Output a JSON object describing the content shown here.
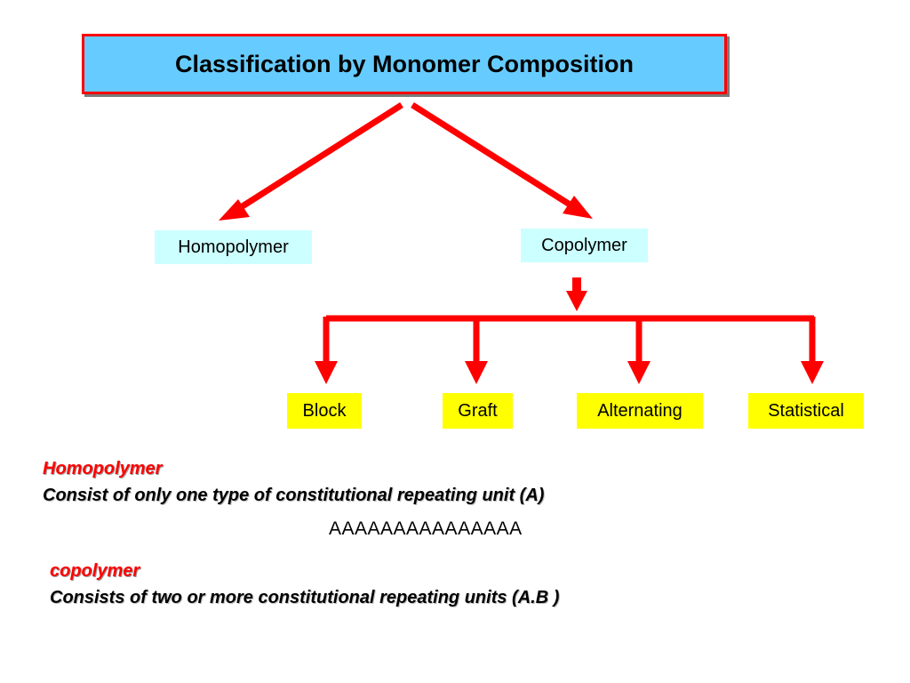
{
  "title": "Classification by Monomer Composition",
  "nodes": {
    "homopolymer": "Homopolymer",
    "copolymer": "Copolymer",
    "block": "Block",
    "graft": "Graft",
    "alternating": "Alternating",
    "statistical": "Statistical"
  },
  "definitions": {
    "homopolymer_heading": "Homopolymer",
    "homopolymer_text": "Consist of only one type of constitutional repeating unit (A)",
    "homopolymer_sequence": "AAAAAAAAAAAAAAA",
    "copolymer_heading": "copolymer",
    "copolymer_text": "Consists of two or more constitutional repeating units (A.B )"
  },
  "colors": {
    "title_fill": "#66ccff",
    "title_border": "#ff0000",
    "arrow": "#ff0000",
    "level1_fill": "#ccffff",
    "level2_fill": "#ffff00",
    "heading_text": "#ff0000"
  }
}
